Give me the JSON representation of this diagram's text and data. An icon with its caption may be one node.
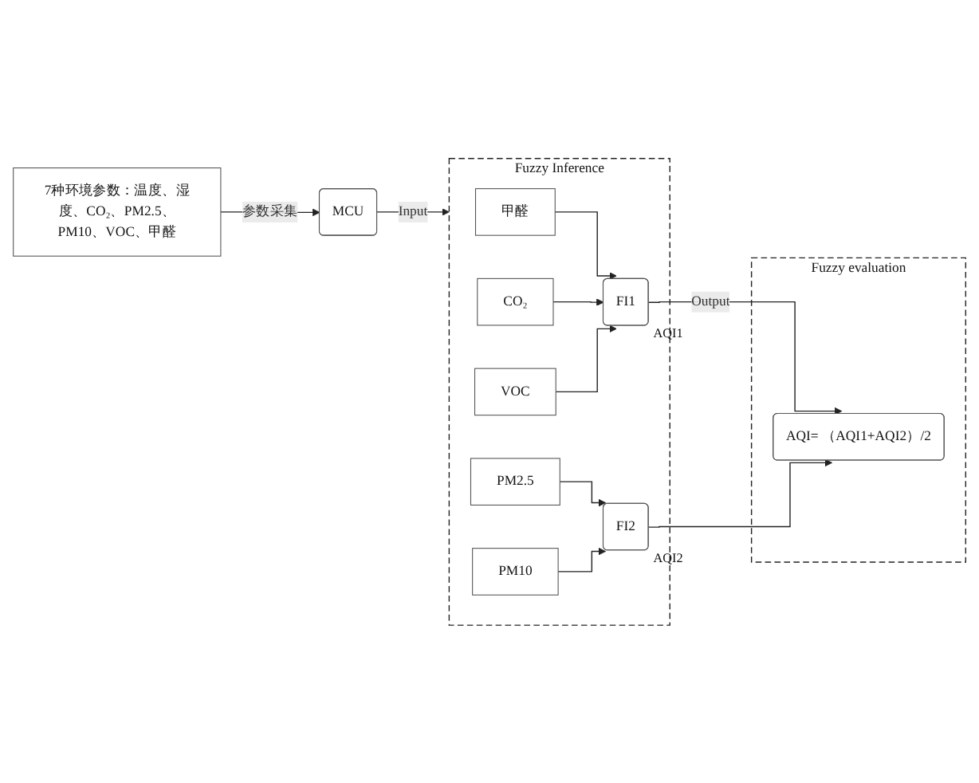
{
  "diagram": {
    "nodes": [
      {
        "text": [
          "MCU"
        ]
      },
      {
        "text": [
          "7种环境参数：温度、湿度、CO₂、PM2.5、PM10、VOC、甲醛"
        ]
      },
      {
        "text": [
          "Fuzzy Inference"
        ]
      },
      {
        "text": [
          "甲醛"
        ],
        "in": 2
      },
      {
        "text": [
          "CO₂"
        ],
        "in": 2
      },
      {
        "text": [
          "VOC"
        ],
        "in": 2
      },
      {
        "text": [
          "FI1"
        ],
        "in": 2,
        "beside": [
          "AQI1"
        ]
      },
      {
        "text": [
          "PM2.5"
        ],
        "in": 2
      },
      {
        "text": [
          "PM10"
        ],
        "in": 2
      },
      {
        "text": [
          "FI2"
        ],
        "in": 2,
        "beside": [
          "AQI2"
        ]
      },
      {
        "text": [
          "Fuzzy evaluation"
        ]
      },
      {
        "text": [
          "AQI= （AQI1+AQI2）/2"
        ],
        "in": 10
      }
    ],
    "edges": [
      {
        "from": 1,
        "to": 0,
        "arrow": "to",
        "label": "参数采集"
      },
      {
        "from": 0,
        "to": 2,
        "arrow": "to",
        "label": "Input"
      },
      {
        "from": 3,
        "to": 6,
        "arrow": "to"
      },
      {
        "from": 4,
        "to": 6,
        "arrow": "to"
      },
      {
        "from": 5,
        "to": 6,
        "arrow": "to"
      },
      {
        "from": 7,
        "to": 9,
        "arrow": "to"
      },
      {
        "from": 8,
        "to": 9,
        "arrow": "to"
      },
      {
        "from": 6,
        "to": 11,
        "arrow": "to",
        "label": "Output"
      },
      {
        "from": 9,
        "to": 11,
        "arrow": "to"
      }
    ]
  }
}
